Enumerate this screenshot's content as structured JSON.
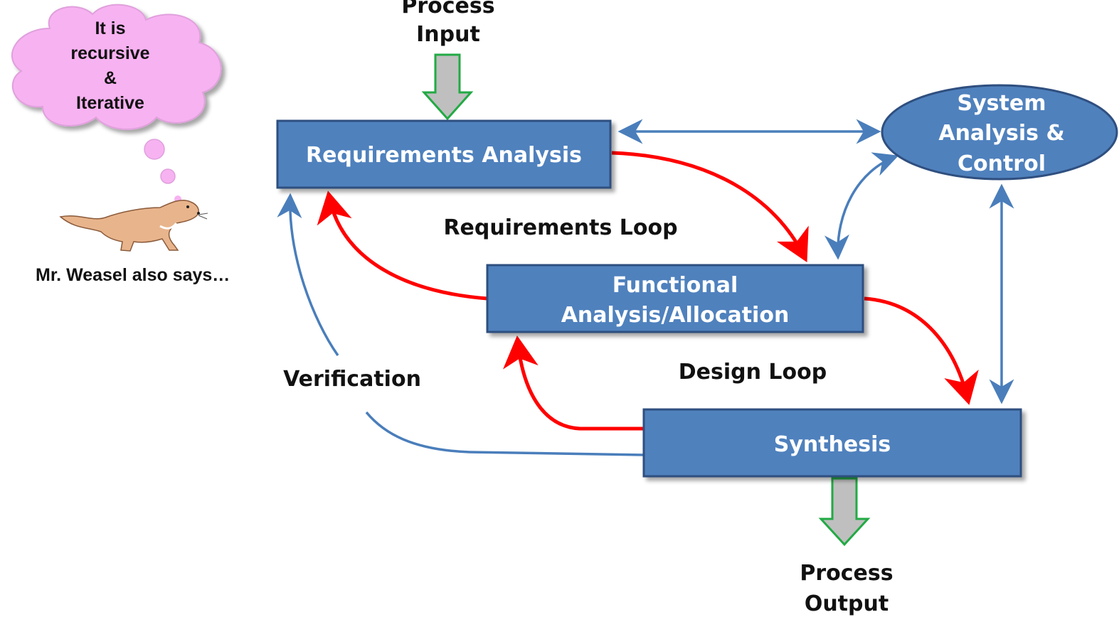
{
  "diagram": {
    "process_input": {
      "line1": "Process",
      "line2": "Input"
    },
    "process_output": {
      "line1": "Process",
      "line2": "Output"
    },
    "requirements_analysis": "Requirements Analysis",
    "functional_analysis": {
      "line1": "Functional",
      "line2": "Analysis/Allocation"
    },
    "synthesis": "Synthesis",
    "system_analysis": {
      "line1": "System",
      "line2": "Analysis &",
      "line3": "Control"
    },
    "requirements_loop": "Requirements Loop",
    "design_loop": "Design Loop",
    "verification": "Verification"
  },
  "thought_bubble": {
    "line1": "It is",
    "line2": "recursive",
    "line3": "&",
    "line4": "Iterative"
  },
  "caption": "Mr. Weasel also says…",
  "colors": {
    "box_fill": "#4f81bd",
    "box_stroke": "#2f4f7f",
    "loop_arrow": "#ff0000",
    "link_arrow": "#4a7ebb",
    "io_arrow_fill": "#bfbfbf",
    "io_arrow_stroke": "#22aa44",
    "cloud_fill": "#f7b2f1"
  },
  "icons": [
    "weasel-illustration",
    "thought-cloud-icon"
  ]
}
